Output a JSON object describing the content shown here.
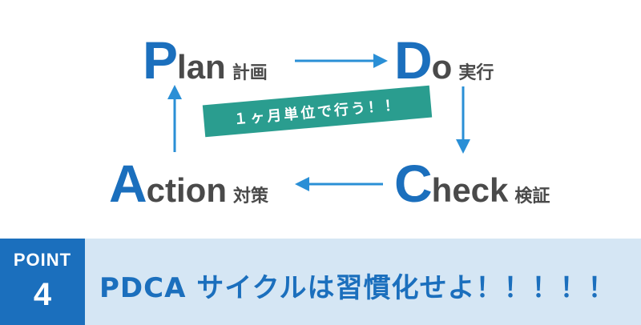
{
  "stages": {
    "plan": {
      "initial": "P",
      "rest": "lan",
      "jp": "計画"
    },
    "do": {
      "initial": "D",
      "rest": "o",
      "jp": "実行"
    },
    "check": {
      "initial": "C",
      "rest": "heck",
      "jp": "検証"
    },
    "action": {
      "initial": "A",
      "rest": "ction",
      "jp": "対策"
    }
  },
  "banner": {
    "text": "１ヶ月単位で行う！！"
  },
  "footer": {
    "point_label": "POINT",
    "point_number": "4",
    "title": "PDCA サイクルは習慣化せよ！！！！！"
  },
  "colors": {
    "accent_blue": "#1b6fbd",
    "arrow_blue": "#2a8fd6",
    "banner_green": "#2a9d8f",
    "footer_bg": "#d5e6f4",
    "text_gray": "#4a4a4a"
  }
}
